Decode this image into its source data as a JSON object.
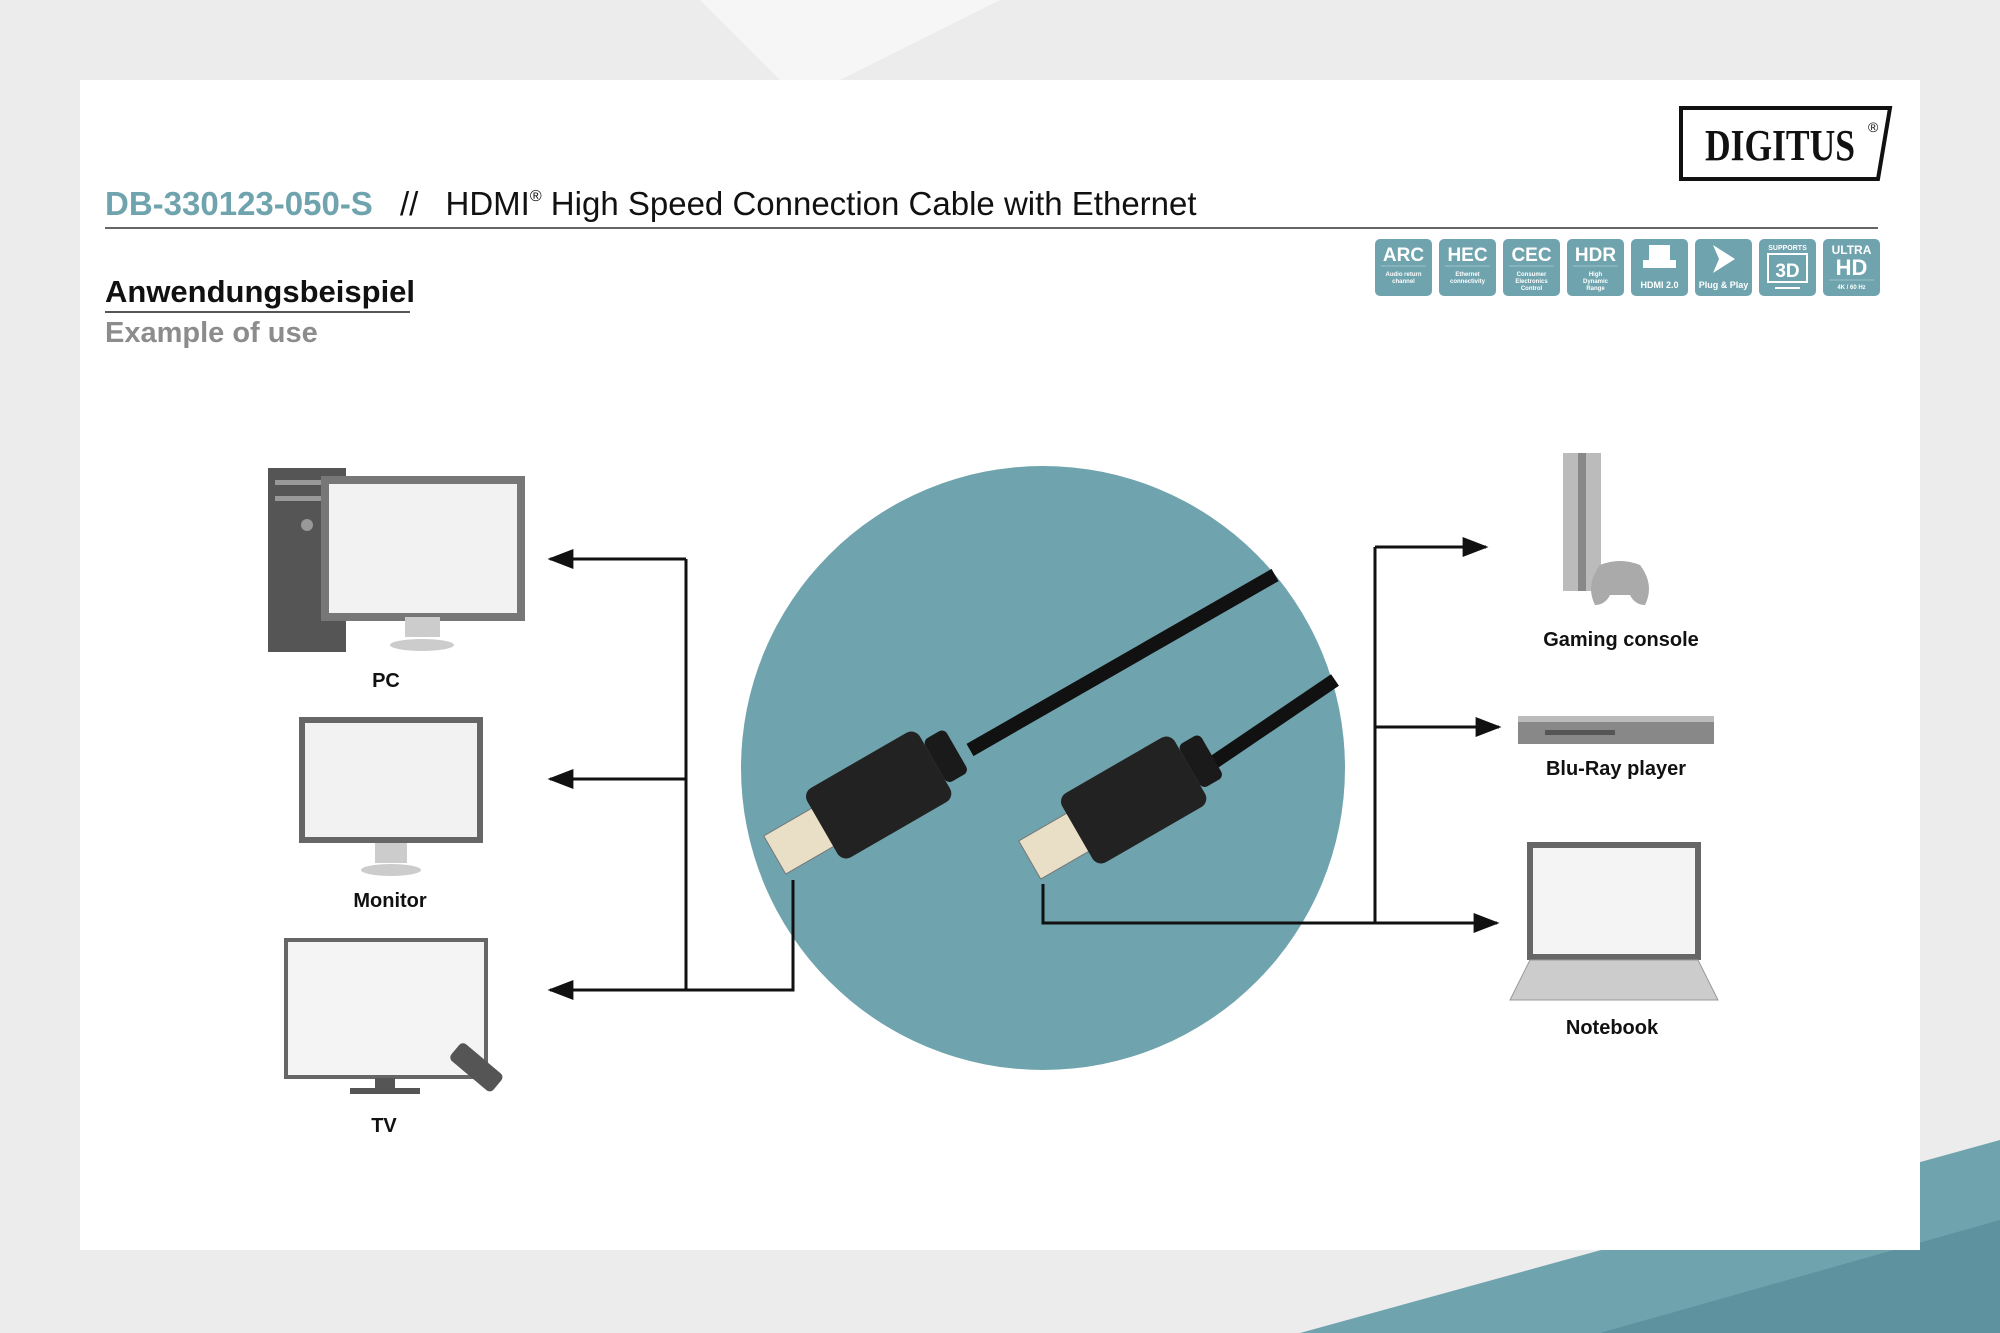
{
  "brand": {
    "logo": "DIGITUS",
    "registered": "®"
  },
  "header": {
    "sku": "DB-330123-050-S",
    "separator": "//",
    "title_prefix": "HDMI",
    "title_reg": "®",
    "title_rest": " High Speed Connection Cable with Ethernet"
  },
  "section": {
    "title_de": "Anwendungsbeispiel",
    "title_en": "Example of use"
  },
  "badges": [
    {
      "big": "ARC",
      "small1": "Audio return",
      "small2": "channel",
      "small3": ""
    },
    {
      "big": "HEC",
      "small1": "Ethernet",
      "small2": "connectivity",
      "small3": ""
    },
    {
      "big": "CEC",
      "small1": "Consumer",
      "small2": "Electronics",
      "small3": "Control"
    },
    {
      "big": "HDR",
      "small1": "High",
      "small2": "Dynamic",
      "small3": "Range"
    },
    {
      "icon": "hdmi-chip-icon",
      "caption": "HDMI 2.0"
    },
    {
      "icon": "plug-play-icon",
      "caption": "Plug & Play"
    },
    {
      "top": "SUPPORTS",
      "big": "3D",
      "icon": "3d-tv-icon"
    },
    {
      "top": "ULTRA",
      "big": "HD",
      "caption": "4K / 60 Hz"
    }
  ],
  "devices": {
    "left": [
      "PC",
      "Monitor",
      "TV"
    ],
    "right": [
      "Gaming console",
      "Blu-Ray player",
      "Notebook"
    ]
  },
  "colors": {
    "accent": "#6fa3ae",
    "text": "#111111",
    "muted": "#8c8c8c"
  }
}
